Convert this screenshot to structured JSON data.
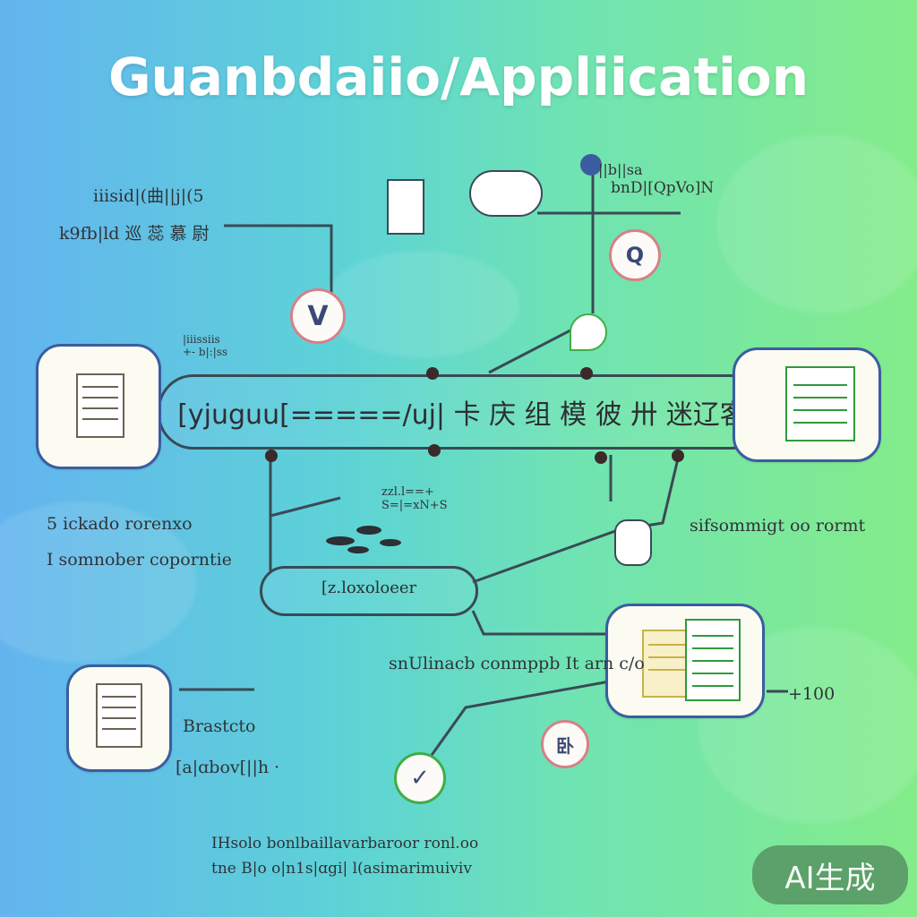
{
  "title": "Guanbdaiio/Appliication",
  "main_flow": {
    "label": "[yjuguu[=====/uj|  卡 庆 组 模 彼 卅 迷辽客"
  },
  "small_node": {
    "label": "[z.loxoloeer"
  },
  "labels": {
    "top_left_line1": "iiisid|(曲||j|(5",
    "top_left_line2": "k9fb|ld  巡 蕊 慕 尉",
    "top_right_line1": "||b||sa",
    "top_right_line2": "bnD|[QpVo]N",
    "mid_left_line1": "5 ickado rorenxo",
    "mid_left_line2": "I somnober coporntie",
    "mid_right": "sifsommigt oo rormt",
    "bottom_center": "snUlinacb conmppb It arn c/o",
    "right_number": "+100",
    "low_left_line1": "Brastcto",
    "low_left_line2": "[a|ɑbov[||h ·",
    "bottom_line1": "IHsolo bonlbaillavarbaroor ronl.oo",
    "bottom_line2": "tne B|o o|n1s|ɑgi| l(asimarimuiviv",
    "scribble_top": "|iiissiis\n+- b|:|ss",
    "scribble_mid": "zzl.l==+\nS=|=xN+S"
  },
  "badges": {
    "top_badge_text": "Q",
    "v_badge_text": "V",
    "low_badge_text": "卧"
  },
  "watermark": "AI生成",
  "colors": {
    "bg_left": "#63b4ef",
    "bg_right": "#84ec8a",
    "line": "#3a4a55",
    "doc_border": "#3b5da0",
    "badge_red": "#d78088",
    "badge_green": "#3fae48",
    "watermark_bg": "#5a9a67"
  }
}
